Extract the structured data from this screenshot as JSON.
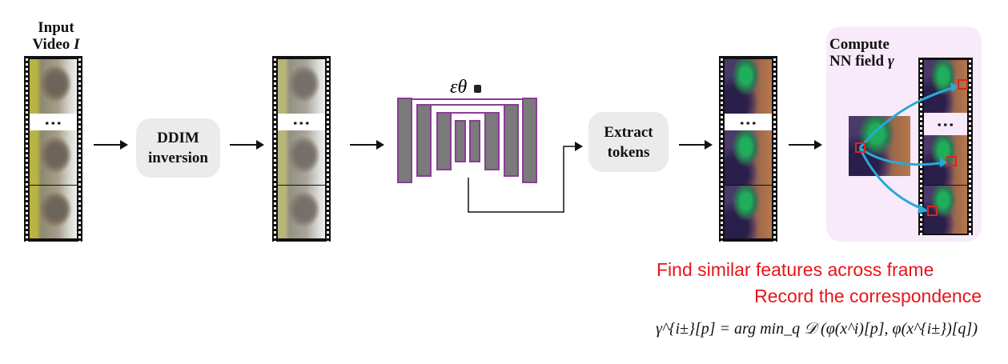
{
  "input_label_line1": "Input",
  "input_label_line2": "Video",
  "input_label_var": "I",
  "ddim_line1": "DDIM",
  "ddim_line2": "inversion",
  "unet_label": "εθ",
  "extract_line1": "Extract",
  "extract_line2": "tokens",
  "nn_line1": "Compute",
  "nn_line2": "NN field",
  "nn_var": "γ",
  "ellipsis": "⋮",
  "annotation_line1": "Find similar features across frame",
  "annotation_line2": "Record the correspondence",
  "formula": "γ^{i±}[p] = arg min_q 𝒟 (φ(x^i)[p], φ(x^{i±})[q])",
  "colors": {
    "annotation": "#e8141a",
    "nn_panel": "#f8eafa",
    "unet_outline": "#8a3d96",
    "arrow_cyan": "#2aa8d6"
  }
}
